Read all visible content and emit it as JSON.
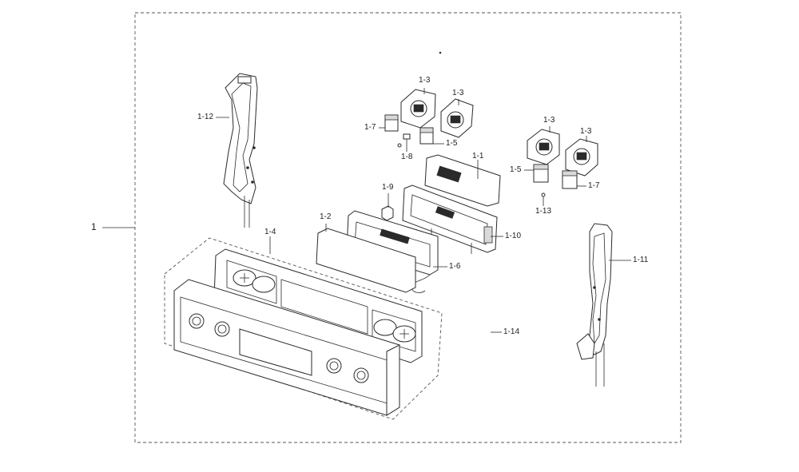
{
  "diagram": {
    "callouts": {
      "assembly": "1",
      "p1_1": "1-1",
      "p1_2": "1-2",
      "p1_3_a": "1-3",
      "p1_3_b": "1-3",
      "p1_3_c": "1-3",
      "p1_3_d": "1-3",
      "p1_4": "1-4",
      "p1_5_a": "1-5",
      "p1_5_b": "1-5",
      "p1_6": "1-6",
      "p1_7_a": "1-7",
      "p1_7_b": "1-7",
      "p1_8": "1-8",
      "p1_9": "1-9",
      "p1_10": "1-10",
      "p1_11": "1-11",
      "p1_12": "1-12",
      "p1_13": "1-13",
      "p1_14": "1-14"
    }
  }
}
